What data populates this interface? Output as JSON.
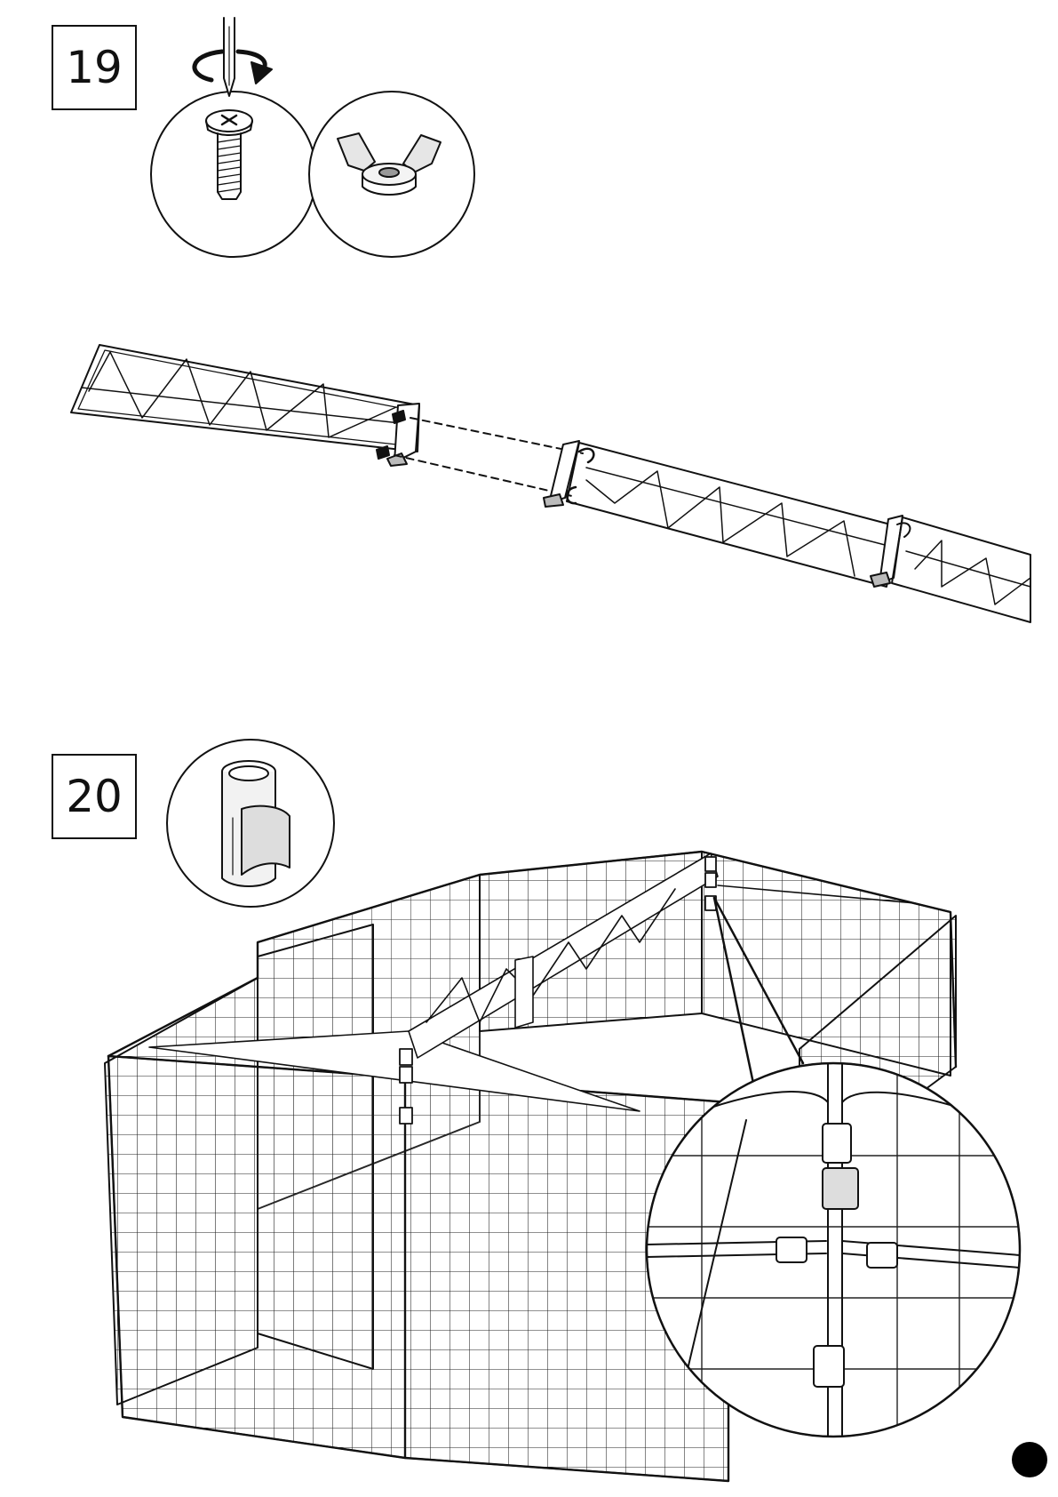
{
  "steps": [
    {
      "number": "19"
    },
    {
      "number": "20"
    }
  ],
  "icons": {
    "step19_parts": [
      "screwdriver-icon",
      "rotation-arrow-icon",
      "screw-icon",
      "wing-nut-icon"
    ],
    "step20_parts": [
      "clip-icon"
    ],
    "zoom_detail": "clip-connector-detail"
  },
  "colors": {
    "ink": "#111111",
    "background": "#ffffff"
  }
}
